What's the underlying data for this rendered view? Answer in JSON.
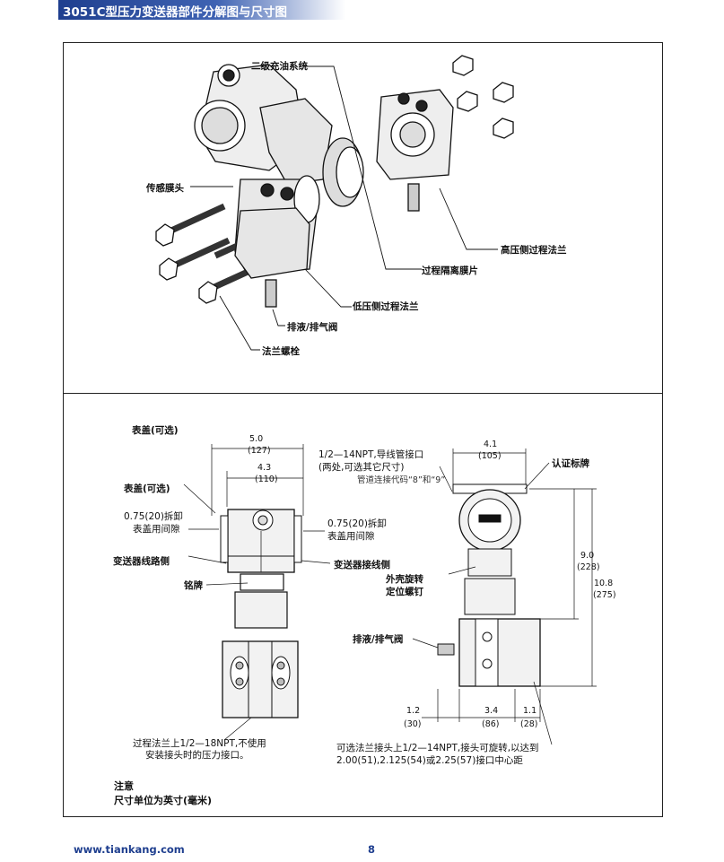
{
  "header": {
    "title": "3051C型压力变送器部件分解图与尺寸图"
  },
  "exploded": {
    "labels": {
      "secondary_fill": "二级充油系统",
      "sensor_module": "传感膜头",
      "high_flange": "高压侧过程法兰",
      "isolating_diaphragm": "过程隔离膜片",
      "low_flange": "低压侧过程法兰",
      "drain_vent": "排液/排气阀",
      "flange_bolts": "法兰螺栓"
    }
  },
  "dimensions": {
    "left": {
      "cover_top": "表盖(可选)",
      "dim_50": "5.0",
      "dim_127": "(127)",
      "dim_43": "4.3",
      "dim_110": "(110)",
      "cover_left": "表盖(可选)",
      "clearance_left_1": "0.75(20)拆卸",
      "clearance_left_2": "表盖用间隙",
      "clearance_right_1": "0.75(20)拆卸",
      "clearance_right_2": "表盖用间隙",
      "circuit_side": "变送器线路侧",
      "terminal_side": "变送器接线侧",
      "nameplate": "铭牌",
      "note_1": "过程法兰上1/2—18NPT,不使用",
      "note_2": "安装接头时的压力接口。"
    },
    "right": {
      "conduit_1": "1/2—14NPT,导线管接口",
      "conduit_2": "(两处,可选其它尺寸)",
      "conduit_3": "管道连接代码“8”和“9”",
      "dim_41": "4.1",
      "dim_105": "(105)",
      "approval_tag": "认证标牌",
      "housing_screw_1": "外壳旋转",
      "housing_screw_2": "定位螺钉",
      "dim_90": "9.0",
      "dim_228": "(228)",
      "dim_108": "10.8",
      "dim_275": "(275)",
      "drain_vent": "排液/排气阀",
      "dim_12": "1.2",
      "dim_30": "(30)",
      "dim_34": "3.4",
      "dim_86": "(86)",
      "dim_11": "1.1",
      "dim_28": "(28)",
      "adapter_1": "可选法兰接头上1/2—14NPT,接头可旋转,以达到",
      "adapter_2": "2.00(51),2.125(54)或2.25(57)接口中心距"
    },
    "notes": {
      "title": "注意",
      "unit": "尺寸单位为英寸(毫米)"
    }
  },
  "footer": {
    "url": "www.tiankang.com",
    "page": "8"
  }
}
